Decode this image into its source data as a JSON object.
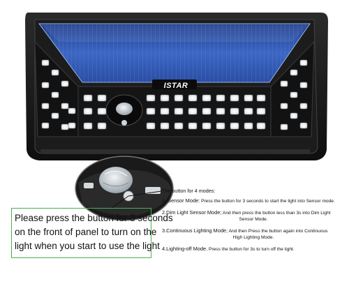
{
  "product": {
    "brand": "ISTAR"
  },
  "callout": {
    "line1": "Please press the button for 3 seconds",
    "line2": "on the front of panel to turn on the",
    "line3": "light when you start to use the light"
  },
  "modes": {
    "title": "The button for 4 modes:",
    "items": [
      {
        "name": "1. Sensor Mode:",
        "desc": "Press the button for 3 seconds to start the light into Sensor mode."
      },
      {
        "name": "2.Dim Light Sensor Mode;",
        "desc": "And then press the button less than 3s into Dim Light",
        "cont": "Sensor Mode."
      },
      {
        "name": "3.Continuous Lighting Mode;",
        "desc": "And then Press the button again into Continuous",
        "cont": "High Lighting Mode."
      },
      {
        "name": "4.Lighting-off Mode.",
        "desc": "Press the button for 3s to turn off the light."
      }
    ]
  }
}
